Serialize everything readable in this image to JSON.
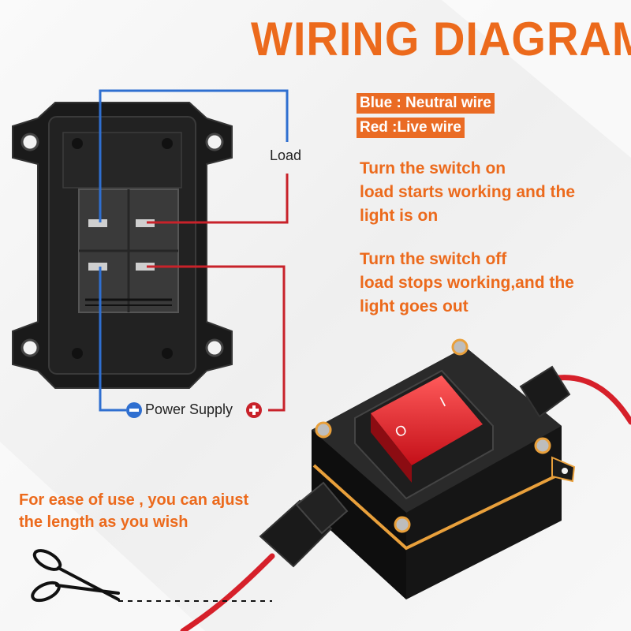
{
  "title": "WIRING DIAGRAM",
  "legend": {
    "blue": "Blue : Neutral wire",
    "red": "Red :Live wire"
  },
  "notes": {
    "on": [
      "Turn the switch on",
      "load starts working and the",
      "light is on"
    ],
    "off": [
      "Turn the switch off",
      "load stops working,and the",
      "light goes out"
    ],
    "cut": [
      "For ease of use , you can ajust",
      "the length as you wish"
    ]
  },
  "labels": {
    "load": "Load",
    "power_supply": "Power Supply"
  },
  "switch_marks": {
    "on": "I",
    "off": "O"
  },
  "colors": {
    "accent": "#ec6a1c",
    "neutral_wire": "#2f6fd0",
    "live_wire": "#c8222a",
    "housing": "#1b1b1b",
    "rocker": "#e0262e",
    "gasket": "#e9a03b"
  },
  "icons": [
    "minus-icon",
    "plus-icon",
    "scissors-icon"
  ]
}
